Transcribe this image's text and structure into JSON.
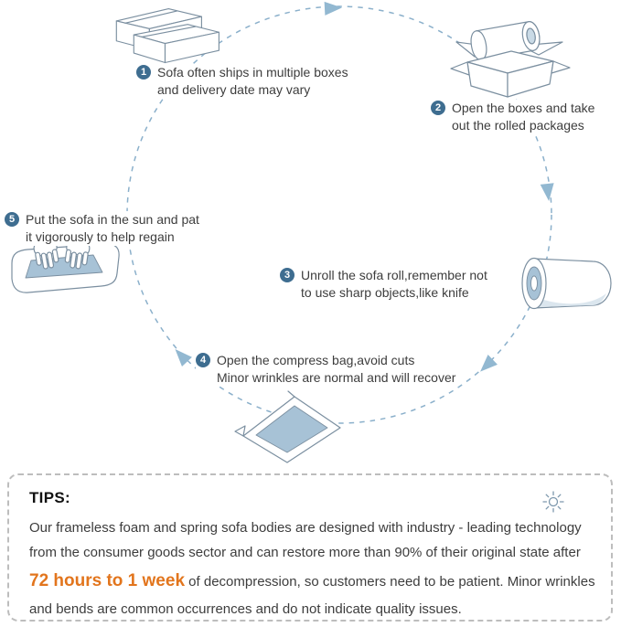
{
  "diagram": {
    "steps": [
      {
        "number": "1",
        "text": "Sofa often ships in multiple boxes\nand delivery date may vary"
      },
      {
        "number": "2",
        "text": "Open the boxes and take\nout the rolled packages"
      },
      {
        "number": "3",
        "text": "Unroll the sofa roll,remember not\nto use sharp objects,like knife"
      },
      {
        "number": "4",
        "text": "Open the compress bag,avoid cuts\nMinor wrinkles are normal and will recover"
      },
      {
        "number": "5",
        "text": "Put the sofa in the sun and pat\nit vigorously to help regain"
      }
    ],
    "illustrations": [
      "shipping-boxes",
      "open-box-with-rolled-package",
      "sofa-roll",
      "compress-bag",
      "sofa-with-hands"
    ],
    "flow": "clockwise dashed circle with 4 arrowheads"
  },
  "tips": {
    "title": "TIPS:",
    "body_before": "Our frameless foam and spring sofa bodies are designed with industry - leading technology from the consumer goods sector and can restore more than 90% of their original state after ",
    "highlight": "72 hours to 1 week",
    "body_after": " of decompression, so customers need to be patient. Minor wrinkles and bends are common occurrences and do not indicate quality issues.",
    "icon": "sun-icon"
  },
  "colors": {
    "badge": "#3e6d90",
    "arrow": "#92b8d1",
    "dashed_circle": "#8bb0cb",
    "line_art": "#7b8fa0",
    "blue_fill": "#a7c2d6",
    "highlight_orange": "#e2751d",
    "text": "#3d3d3d",
    "tips_border": "#bdbdbd"
  }
}
